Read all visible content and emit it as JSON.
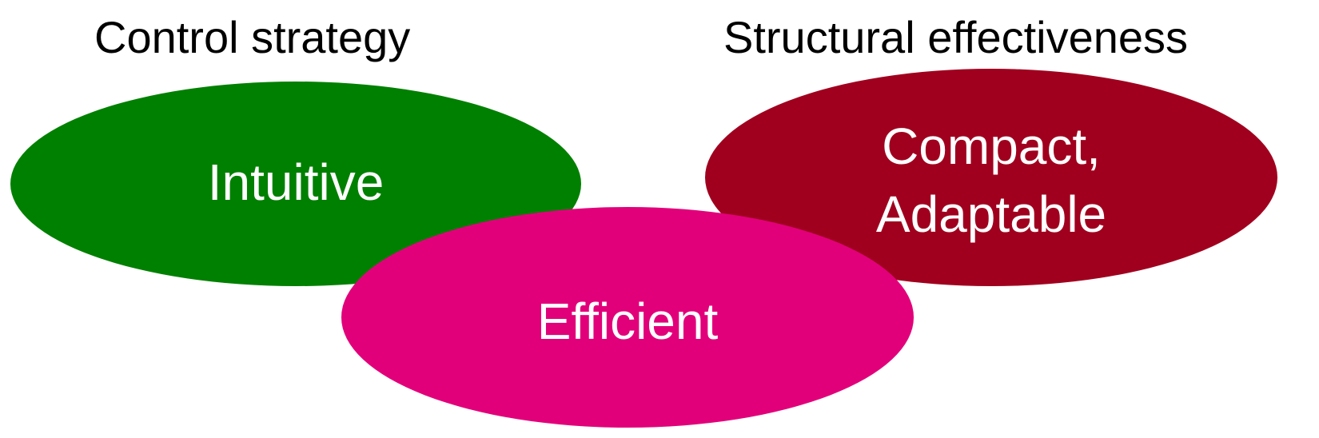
{
  "headings": {
    "control_strategy": "Control strategy",
    "structural_effectiveness": "Structural effectiveness"
  },
  "ellipses": {
    "intuitive": {
      "label": "Intuitive",
      "color": "#008000"
    },
    "compact": {
      "label_line1": "Compact,",
      "label_line2": "Adaptable",
      "color": "#A0001E"
    },
    "efficient": {
      "label": "Efficient",
      "color": "#E2007A"
    }
  }
}
